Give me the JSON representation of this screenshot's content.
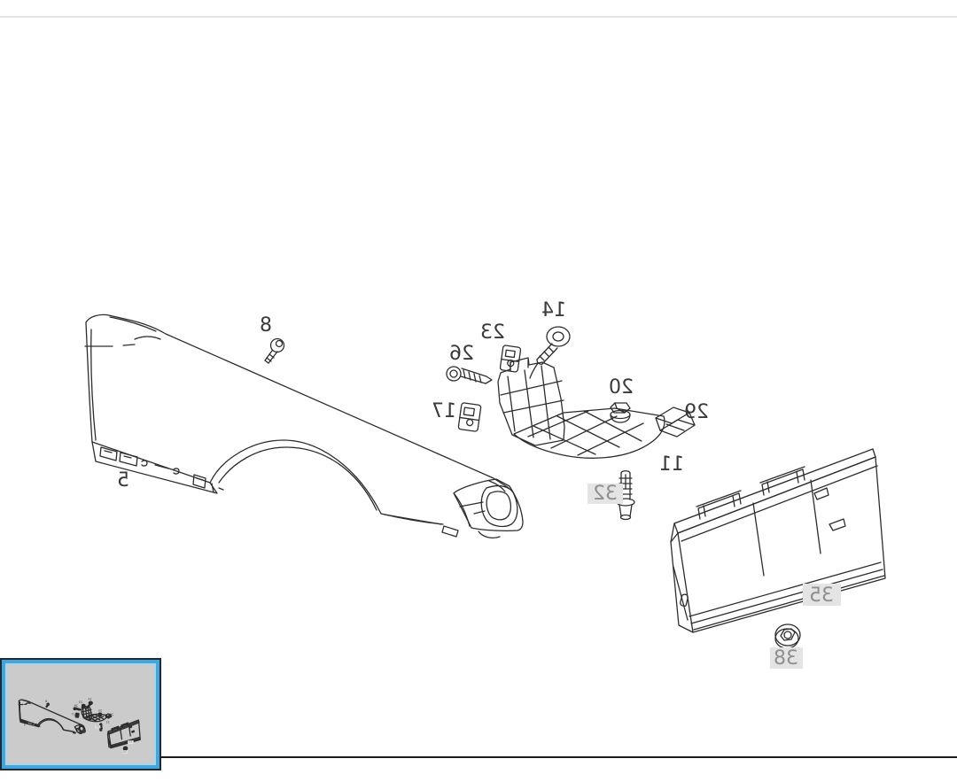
{
  "window": {
    "background": "#ffffff"
  },
  "dividers": {
    "top_color": "#e4e4e4",
    "bottom_color": "#1b1b1b"
  },
  "diagram": {
    "kind": "exploded-parts-line-drawing",
    "subject": "front fender with inner closing panel and radiator core support, mirrored view",
    "mirrored_text": true,
    "line_color": "#2d2d2d",
    "label_color": "#3a3a3a",
    "highlight_bg": "#e4e4e4",
    "highlight_text": "#8f8f8f",
    "labels": [
      {
        "part": "5",
        "icon": "sill-rail",
        "highlighted": false
      },
      {
        "part": "8",
        "icon": "screw",
        "highlighted": false
      },
      {
        "part": "17",
        "icon": "clip",
        "highlighted": false
      },
      {
        "part": "26",
        "icon": "screw",
        "highlighted": false
      },
      {
        "part": "23",
        "icon": "clip",
        "highlighted": false
      },
      {
        "part": "14",
        "icon": "bolt-with-washer",
        "highlighted": false
      },
      {
        "part": "20",
        "icon": "plastic-nut",
        "highlighted": false
      },
      {
        "part": "29",
        "icon": "spring-clip",
        "highlighted": false
      },
      {
        "part": "11",
        "icon": "closing-panel",
        "highlighted": false
      },
      {
        "part": "32",
        "icon": "expansion-rivet",
        "highlighted": true
      },
      {
        "part": "35",
        "icon": "radiator-support",
        "highlighted": true
      },
      {
        "part": "38",
        "icon": "flange-nut",
        "highlighted": true
      }
    ]
  },
  "thumbnail": {
    "selected": true,
    "frame_color": "#1d2b38",
    "border_color": "#47a4d9",
    "border_inner": "#a6d6ee",
    "background": "#cbcbcb"
  }
}
